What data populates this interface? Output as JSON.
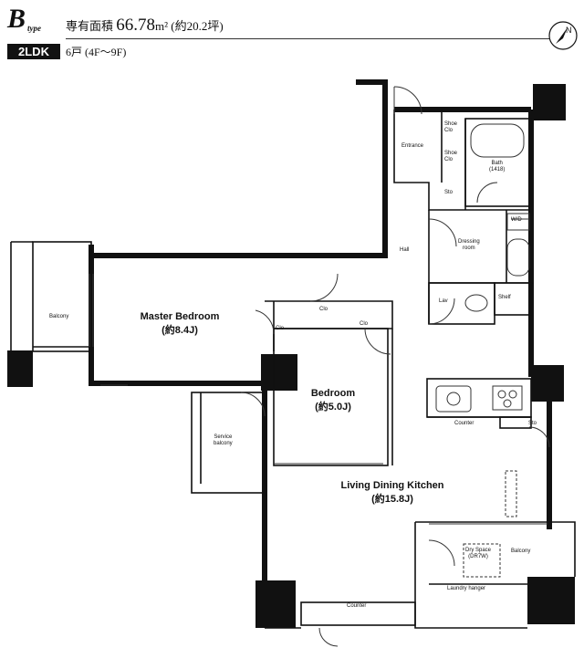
{
  "header": {
    "type_letter": "B",
    "type_suffix": "type",
    "area_label": "専有面積",
    "area_value": "66.78",
    "area_unit": "m²",
    "area_tsubo": "(約20.2坪)",
    "layout": "2LDK",
    "units": "6戸 (4F～9F)"
  },
  "compass": {
    "label": "N"
  },
  "rooms": {
    "master_bedroom": {
      "name": "Master Bedroom",
      "size": "(約8.4J)"
    },
    "bedroom": {
      "name": "Bedroom",
      "size": "(約5.0J)"
    },
    "ldk": {
      "name": "Living Dining Kitchen",
      "size": "(約15.8J)"
    }
  },
  "labels": {
    "balcony_left": "Balcony",
    "balcony_right": "Balcony",
    "service_balcony": "Service\nbalcony",
    "entrance": "Entrance",
    "shoe_clo_1": "Shoe\nClo",
    "shoe_clo_2": "Shoe\nClo",
    "bath": "Bath\n(1418)",
    "sto_1": "Sto",
    "sto_2": "Sto",
    "wd": "W/D",
    "dressing_room": "Dressing\nroom",
    "hall": "Hall",
    "lav": "Lav",
    "shelf": "Shelf",
    "clo_1": "Clo",
    "clo_2": "Clo",
    "clo_3": "Clo",
    "counter_kitchen": "Counter",
    "counter_bottom": "Counter",
    "dry_space": "Dry Space\n(DR7W)",
    "laundry_hanger": "Laundry hanger"
  }
}
